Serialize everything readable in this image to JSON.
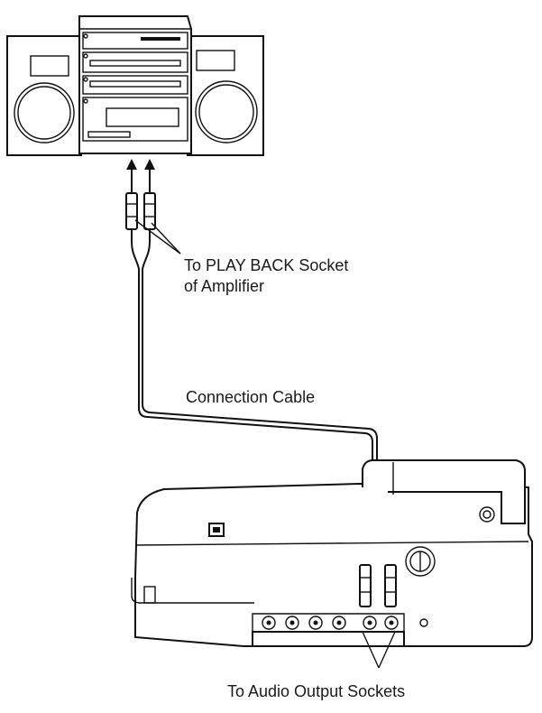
{
  "labels": {
    "playback": [
      "To PLAY BACK Socket",
      "of Amplifier"
    ],
    "cable": "Connection Cable",
    "audio_output": "To Audio Output Sockets"
  },
  "colors": {
    "ink": "#111111",
    "background": "#ffffff"
  },
  "icons": {
    "stereo": "stereo-system-icon",
    "recorder": "video-cassette-recorder-icon",
    "plug": "rca-plug-icon",
    "arrow": "arrow-up-icon"
  }
}
